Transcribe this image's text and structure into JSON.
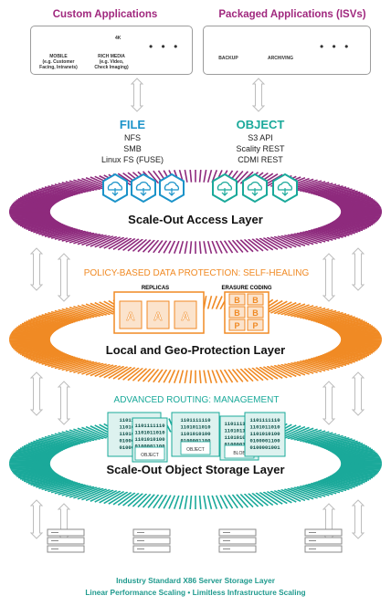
{
  "headers": {
    "custom": "Custom Applications",
    "packaged": "Packaged Applications (ISVs)"
  },
  "custom_apps": [
    {
      "icon": "mobile-icon",
      "caption": "MOBILE\n(e.g. Customer\nFacing, Intranets)"
    },
    {
      "icon": "rich-media-icon",
      "caption": "RICH MEDIA\n(e.g. Video,\nCheck Imaging)"
    }
  ],
  "packaged_apps": [
    {
      "icon": "backup-icon",
      "caption": "BACKUP"
    },
    {
      "icon": "archiving-icon",
      "caption": "ARCHIVING"
    }
  ],
  "ellipsis": "• • •",
  "badge_4k": "4K",
  "file_protocol": {
    "title": "FILE",
    "lines": [
      "NFS",
      "SMB",
      "Linux FS (FUSE)"
    ]
  },
  "object_protocol": {
    "title": "OBJECT",
    "lines": [
      "S3 API",
      "Scality REST",
      "CDMI REST"
    ]
  },
  "access_layer": {
    "label": "Scale-Out Access Layer",
    "color": "#8e2a7d"
  },
  "protection": {
    "section_title": "POLICY-BASED DATA PROTECTION: SELF-HEALING",
    "replicas_label": "REPLICAS",
    "erasure_label": "ERASURE CODING",
    "replica_letters": [
      "A",
      "A",
      "A"
    ],
    "erasure_letters": [
      "B",
      "B",
      "B",
      "B",
      "P",
      "P"
    ],
    "layer_label": "Local and Geo-Protection Layer",
    "color": "#f08a24"
  },
  "storage": {
    "section_title": "ADVANCED ROUTING: MANAGEMENT",
    "binary_lines": [
      "1101111110",
      "1101011010",
      "1101010100",
      "0100001100",
      "0100001001"
    ],
    "object_label": "OBJECT",
    "blob_label": "BLOB",
    "layer_label": "Scale-Out Object Storage Layer",
    "color": "#1aa99a"
  },
  "footer": {
    "line1": "Industry Standard X86 Server Storage Layer",
    "line2": "Linear Performance Scaling  •  Limitless Infrastructure Scaling"
  }
}
